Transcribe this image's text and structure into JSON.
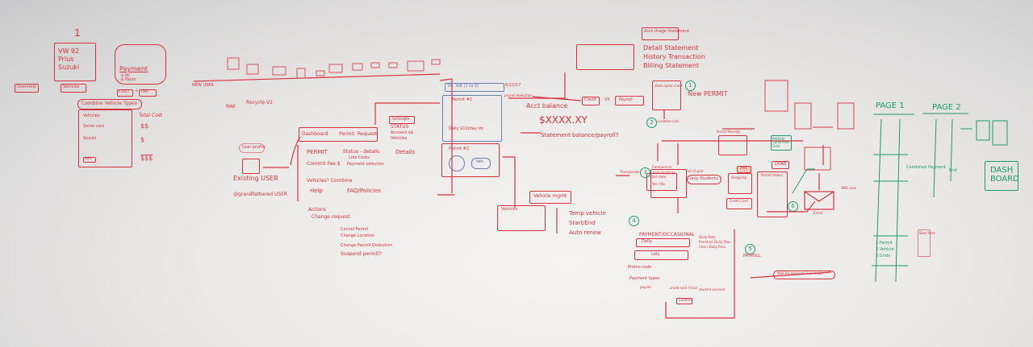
{
  "colors": {
    "marker_red": "#d8333d",
    "marker_green": "#1c9a6c",
    "marker_blue": "#5a6ea0"
  },
  "left": {
    "step_number": "1",
    "vehicle_card": [
      "VW 92",
      "Prius",
      "Suzuki"
    ],
    "vehicles_label": "Vehicles",
    "payment_title": "Payment",
    "payment_options": [
      "$ SC",
      "$ Payro"
    ],
    "cost_label": "COST",
    "plus": "+",
    "pay_label": "PAY",
    "combine_title": "Combine Vehicle Types",
    "table_header": "Vehicles",
    "rows": [
      "Some cars",
      "Suzuki"
    ],
    "total_cost": "Total Cost",
    "costs": [
      "$$",
      "$",
      "$$$"
    ],
    "add_button": "Add",
    "left_tag": "Overview"
  },
  "timeline": {
    "start": "NEW USER",
    "note": "Recycle V2",
    "rak": "RAK"
  },
  "user": {
    "profile": "User profile",
    "existing": "Existing USER",
    "grandfathered": "@grandfathered USER"
  },
  "dashboard": {
    "tabs": [
      "Dashboard",
      "Permit",
      "Request"
    ],
    "groups": "Groups",
    "group_items": [
      "STATUS",
      "Account $$",
      "Vehicles"
    ],
    "permit": "PERMIT",
    "permit_status": "Status - details",
    "permit_sub": "Lots  Costs",
    "details": "Details",
    "commit_fee": "Commit Fee $",
    "payment_selection": "Payment selection",
    "vehicles": "Vehicles? Combine",
    "help": "Help",
    "faq": "FAQ/Policies",
    "actions": "Actions",
    "change_request": "Change request",
    "action_items": [
      "Cancel Permit",
      "Change Location",
      "Change Payroll Deduction",
      "Suspend permit?"
    ]
  },
  "permits": {
    "header": "Pd. Vdt (1 to 5)",
    "date": "6/12/17",
    "payroll": "payroll deduction",
    "permit1": "Permit #1",
    "permit1_note": "Daily $10/day lot",
    "permit2": "Permit #2",
    "acct_balance": "Acct balance",
    "amount": "$XXXX.XY",
    "statement": "Statement balance/payroll?",
    "vehicle_btn": "Veh."
  },
  "statements": {
    "title": "Acct Usage Statement",
    "items": [
      "Detail Statement",
      "History Transaction",
      "Billing Statement"
    ],
    "credit": "Credit",
    "vs": "VS",
    "payroll": "Payroll"
  },
  "flow": {
    "step1": "1",
    "step2": "2",
    "step3": "3",
    "step4": "4",
    "step5": "5",
    "step6": "6",
    "new_permit": "New PERMIT",
    "best_option": "Best option Card",
    "location_lots": "Location Lots",
    "permit_receipt": "Permit Receipt",
    "commercial": "Commercial",
    "transponder": "Transponder",
    "start_date": "Start date",
    "yes_no": "Yes | No",
    "vehicles_plate": "Vehicles/plate",
    "x2_grid": "x2 of grid",
    "only_student": "only Students",
    "vehicle_mgmt": "Vehicle mgmt",
    "vehicles_list": "Vehicles",
    "temp_vehicle": "Temp vehicle",
    "start_end": "Start/End",
    "auto_renew": "Auto renew",
    "payment_occasional": "PAYMENT/OCCASIONAL",
    "daily": "Daily",
    "lots": "Lots",
    "daily_rate": "Daily Rate",
    "premium": "Premium Daily Pass",
    "cost_daily": "Cost / Daily Pass",
    "promo": "Promo code",
    "payment_types": "Payment types",
    "payment_options": [
      "payroll",
      "credit card (Visa)",
      "student account"
    ],
    "confirm": "Confirm",
    "shopping": "Shopping",
    "credit_card": "Credit Card",
    "pay": "PAY",
    "done": "DONE",
    "paybox": "PAYBOX Confirmed Deta",
    "permit_status": "Permit Status",
    "email": "Email",
    "sms": "SMS view",
    "payroll_tag": "PAYROLL",
    "special": "Wait for approval (via email)"
  },
  "pages": {
    "page1": "PAGE 1",
    "page2": "PAGE 2",
    "combined": "Combined Payment",
    "end": "End",
    "dashboard": "DASH BOARD",
    "start_here": "Start here",
    "checklist": [
      "2 Permit",
      "2 Vehicle",
      "0 Grids"
    ]
  }
}
